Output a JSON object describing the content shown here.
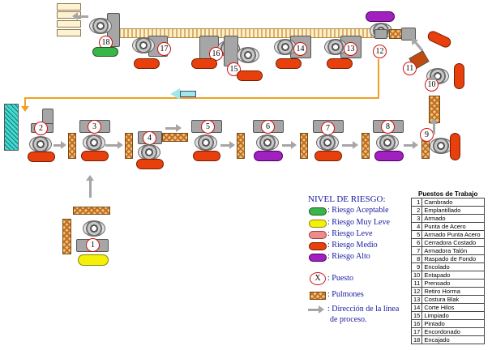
{
  "stations": [
    {
      "n": "1"
    },
    {
      "n": "2"
    },
    {
      "n": "3"
    },
    {
      "n": "4"
    },
    {
      "n": "5"
    },
    {
      "n": "6"
    },
    {
      "n": "7"
    },
    {
      "n": "8"
    },
    {
      "n": "9"
    },
    {
      "n": "10"
    },
    {
      "n": "11"
    },
    {
      "n": "12"
    },
    {
      "n": "13"
    },
    {
      "n": "14"
    },
    {
      "n": "15"
    },
    {
      "n": "16"
    },
    {
      "n": "17"
    },
    {
      "n": "18"
    }
  ],
  "legend": {
    "title": "NIVEL DE RIESGO:",
    "items": [
      {
        "label": ": Riesgo Aceptable",
        "color": "#39b54a"
      },
      {
        "label": ": Riesgo Muy Leve",
        "color": "#f5f00a"
      },
      {
        "label": ": Riesgo Leve",
        "color": "#ee8c8c"
      },
      {
        "label": ": Riesgo Medio",
        "color": "#e8400c"
      },
      {
        "label": ": Riesgo Alto",
        "color": "#a020c0"
      }
    ],
    "puesto_symbol": "X",
    "puesto_label": ": Puesto",
    "pulmones_label": ": Pulmones",
    "direccion_label_1": ": Dirección de la línea",
    "direccion_label_2": "de proceso."
  },
  "table": {
    "title": "Puestos de Trabajo",
    "rows": [
      {
        "n": "1",
        "label": "Cambrado"
      },
      {
        "n": "2",
        "label": "Emplantillado"
      },
      {
        "n": "3",
        "label": "Armado"
      },
      {
        "n": "4",
        "label": "Punta de Acero"
      },
      {
        "n": "5",
        "label": "Armado Punta Acero"
      },
      {
        "n": "6",
        "label": "Cerradora Costado"
      },
      {
        "n": "7",
        "label": "Armadora Talón"
      },
      {
        "n": "8",
        "label": "Raspado de Fondo"
      },
      {
        "n": "9",
        "label": "Encolado"
      },
      {
        "n": "10",
        "label": "Entapado"
      },
      {
        "n": "11",
        "label": "Prensado"
      },
      {
        "n": "12",
        "label": "Retiro Horma"
      },
      {
        "n": "13",
        "label": "Costura Blak"
      },
      {
        "n": "14",
        "label": "Corte Hilos"
      },
      {
        "n": "15",
        "label": "Limpiado"
      },
      {
        "n": "16",
        "label": "Pintado"
      },
      {
        "n": "17",
        "label": "Encordonado"
      },
      {
        "n": "18",
        "label": "Encajado"
      }
    ]
  }
}
